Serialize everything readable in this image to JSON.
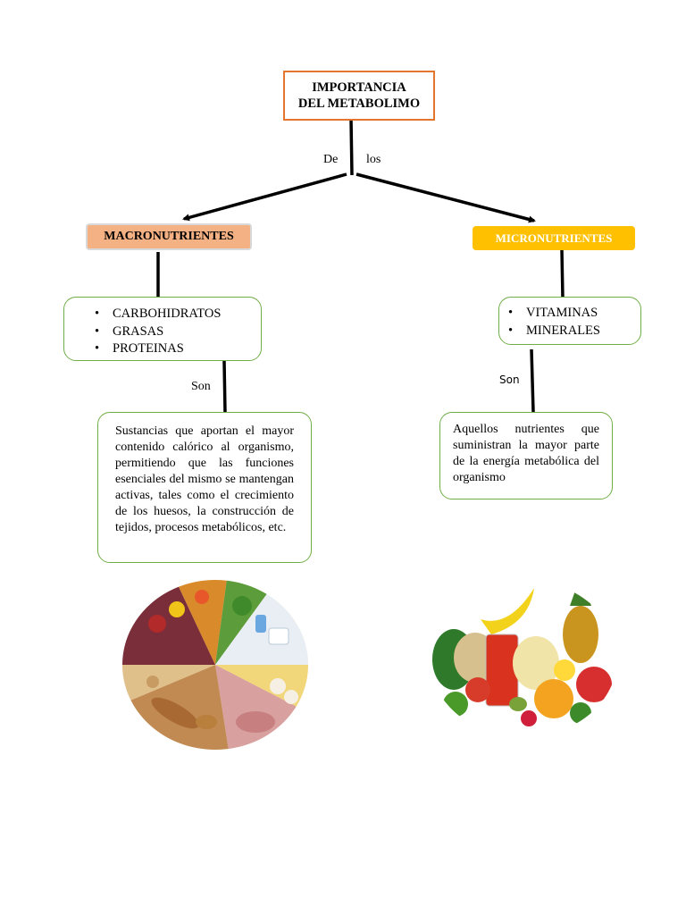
{
  "title": {
    "line1": "IMPORTANCIA",
    "line2": "DEL METABOLIMO"
  },
  "connector_left": "De",
  "connector_right": "los",
  "macro": {
    "label": "MACRONUTRIENTES",
    "items": [
      "CARBOHIDRATOS",
      "GRASAS",
      "PROTEINAS"
    ],
    "connector": "Son",
    "description": "Sustancias que aportan el mayor contenido calórico al organismo, permitiendo que las funciones esenciales del mismo se mantengan activas, tales como el crecimiento de los huesos, la construcción de tejidos, procesos metabólicos, etc."
  },
  "micro": {
    "label": "MICRONUTRIENTES",
    "items": [
      "VITAMINAS",
      "MINERALES"
    ],
    "connector": "Son",
    "description": "Aquellos nutrientes que suministran la mayor parte de la energía metabólica del organismo"
  },
  "colors": {
    "title_border": "#e2762e",
    "macro_fill": "#f4b183",
    "micro_fill": "#ffc000",
    "box_border": "#70ad47",
    "line": "#000000"
  },
  "images": {
    "left": "food-plate-macronutrients-image",
    "right": "fruits-vegetables-juice-image"
  }
}
